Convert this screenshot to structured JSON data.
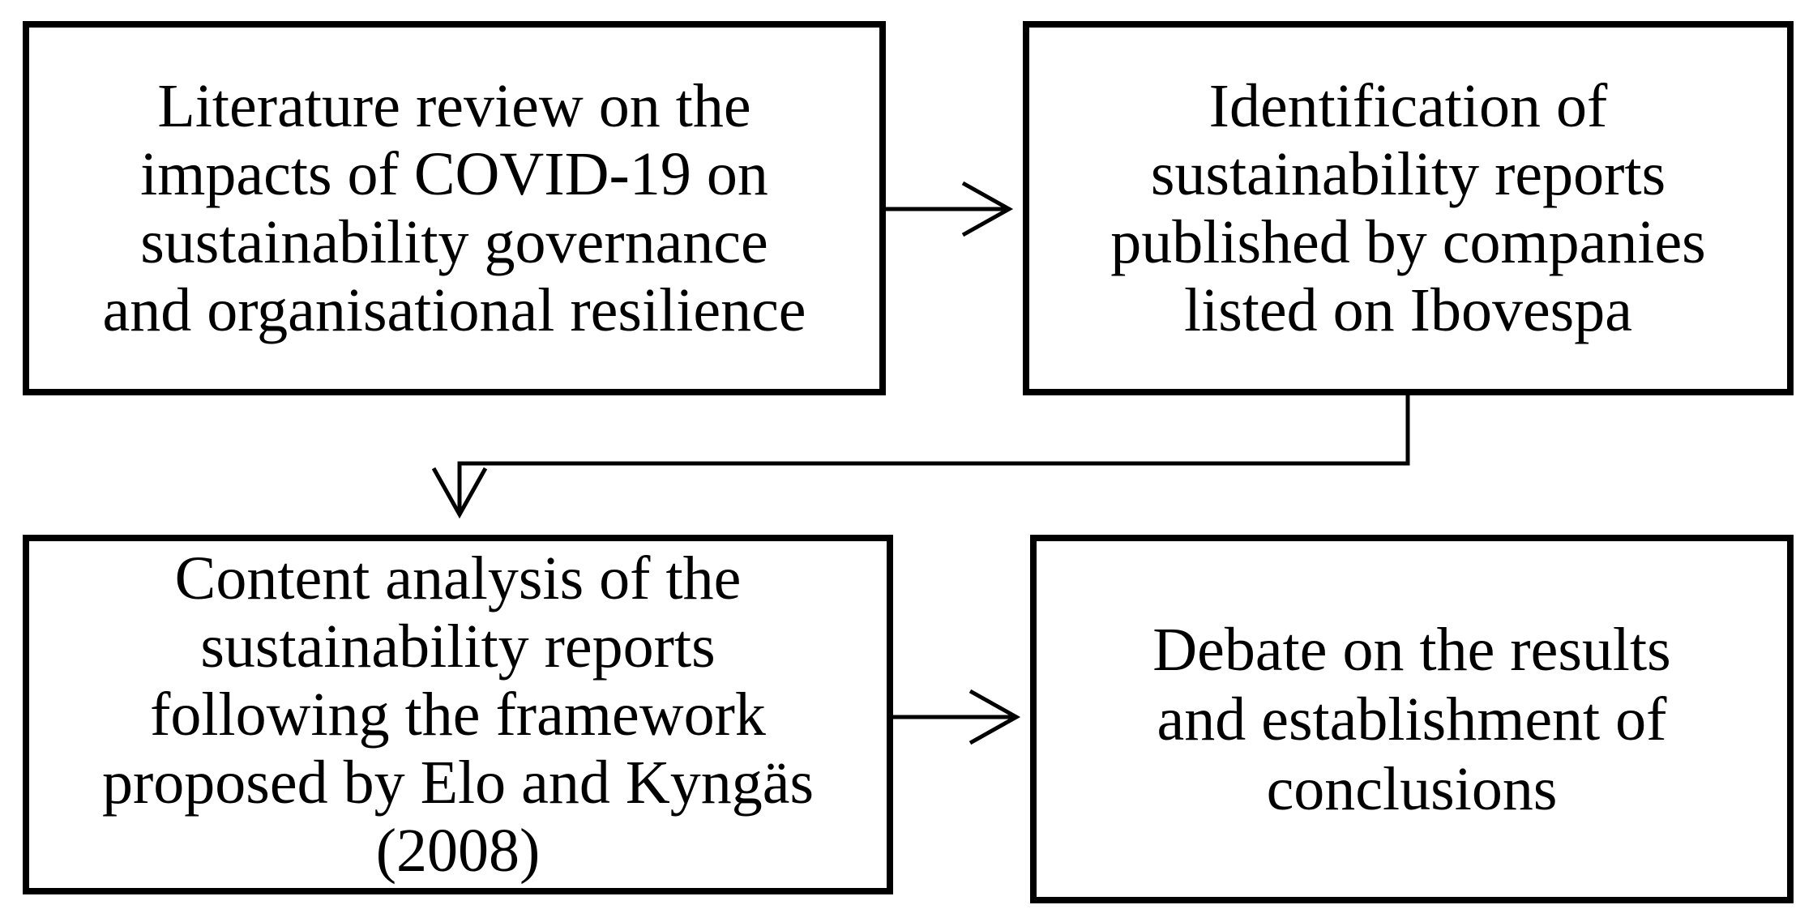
{
  "flowchart": {
    "steps": [
      {
        "id": "literature-review",
        "text": "Literature review on the\nimpacts of COVID-19 on\nsustainability governance\nand organisational resilience"
      },
      {
        "id": "identification",
        "text": "Identification of\nsustainability reports\npublished by companies\nlisted on Ibovespa"
      },
      {
        "id": "content-analysis",
        "text": "Content analysis of the\nsustainability reports\nfollowing the framework\nproposed by Elo and Kyngäs\n(2008)"
      },
      {
        "id": "debate",
        "text": "Debate on the results\nand establishment of\nconclusions"
      }
    ],
    "connections": [
      {
        "from": "literature-review",
        "to": "identification"
      },
      {
        "from": "identification",
        "to": "content-analysis"
      },
      {
        "from": "content-analysis",
        "to": "debate"
      }
    ],
    "colors": {
      "stroke": "#000000",
      "fill": "#ffffff",
      "text": "#000000"
    }
  }
}
